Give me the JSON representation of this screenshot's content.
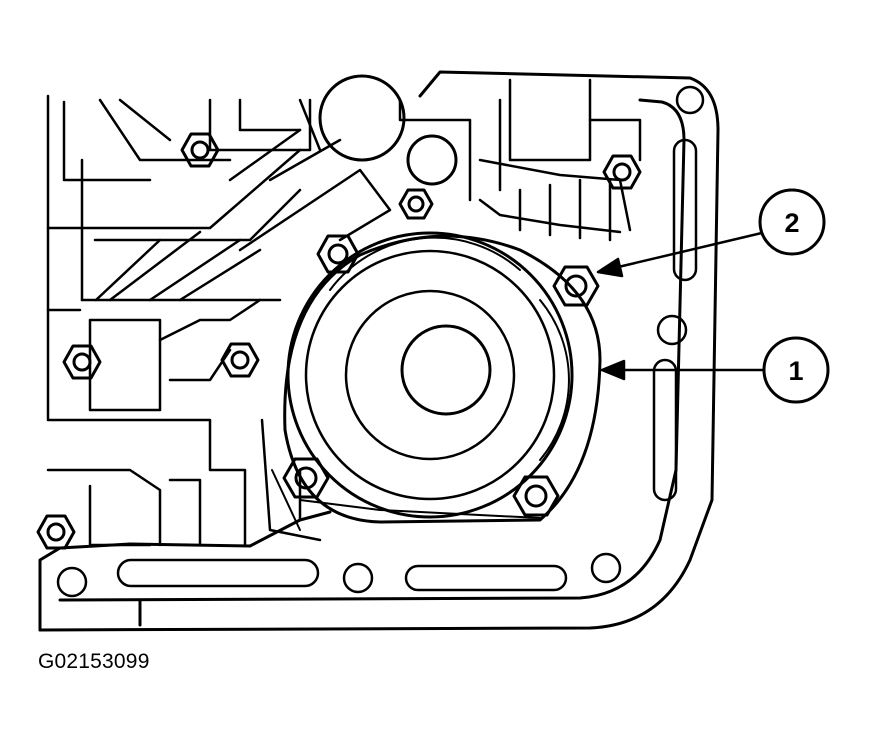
{
  "figure": {
    "id": "G02153099",
    "callouts": [
      {
        "label": "1"
      },
      {
        "label": "2"
      }
    ]
  }
}
